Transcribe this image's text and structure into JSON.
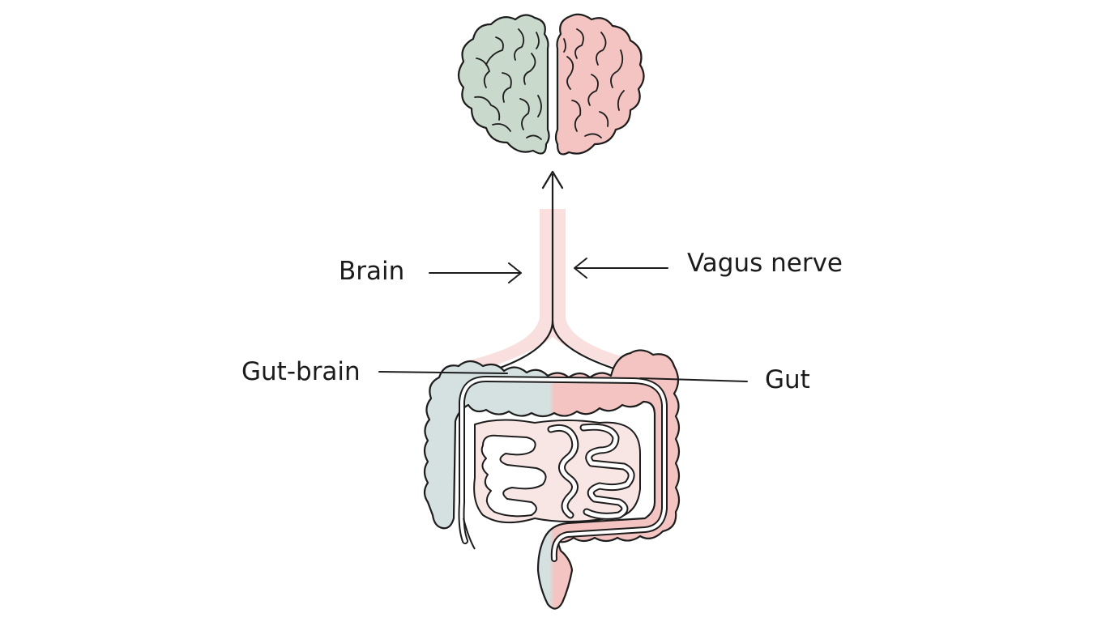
{
  "labels": {
    "brain": "Brain",
    "vagus_nerve": "Vagus nerve",
    "gut_brain": "Gut-brain",
    "gut": "Gut"
  },
  "colors": {
    "green": "#c9d9cc",
    "pink": "#f3c4c1",
    "blue_grey": "#d5e0e0",
    "light_pink": "#f8e6e4",
    "nerve_band": "#f7dada",
    "outline": "#1d1d1d"
  }
}
